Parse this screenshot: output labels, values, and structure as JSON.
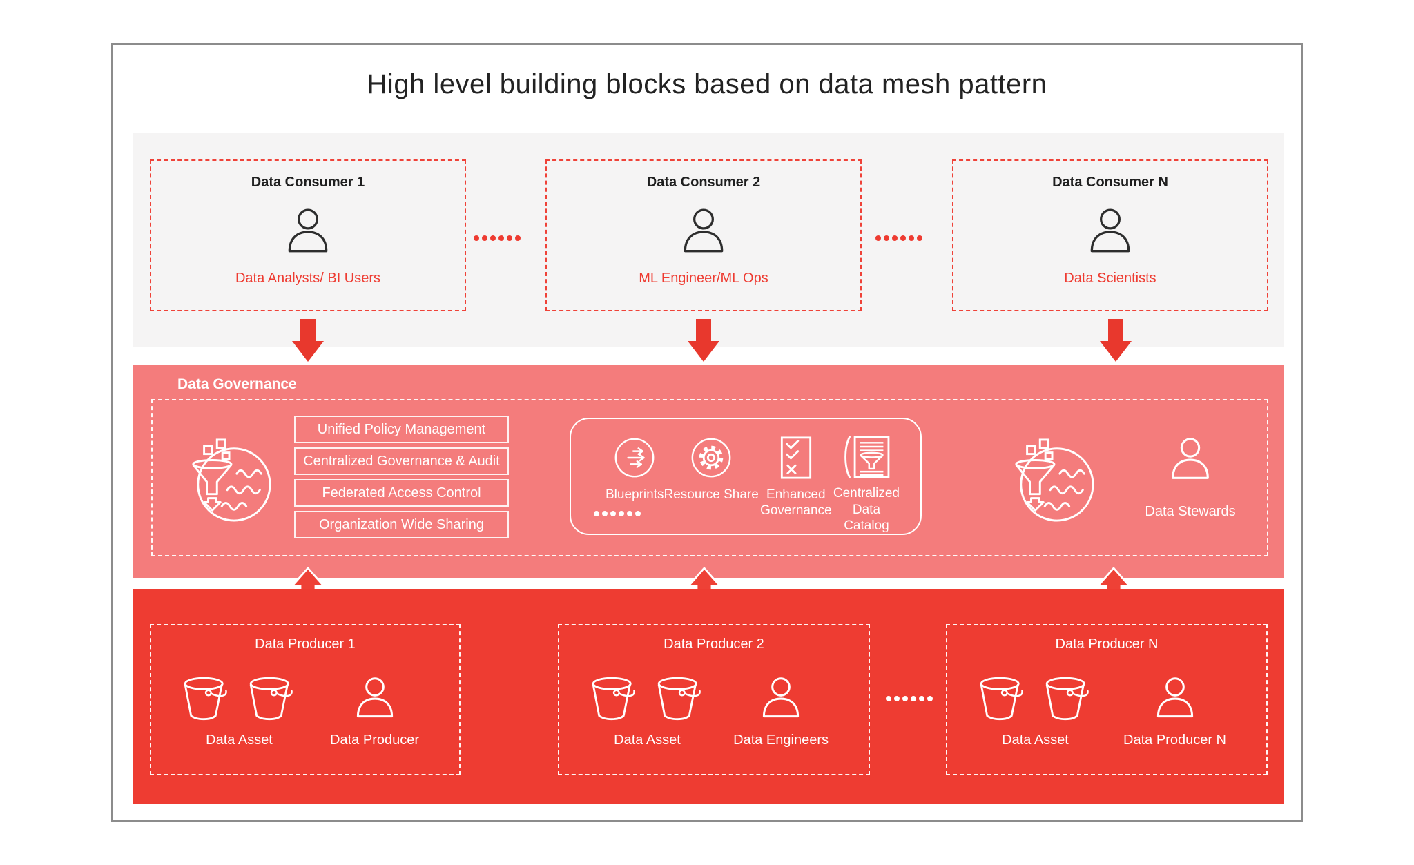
{
  "title": "High level building blocks based on data mesh pattern",
  "colors": {
    "accent_red": "#EE3B31",
    "band_pink": "#F47C7C",
    "band_red": "#EE3C32",
    "band_gray": "#F5F4F4",
    "arrow_red": "#E8382D",
    "title_text": "#222222",
    "white": "#FFFFFF"
  },
  "consumers": {
    "boxes": [
      {
        "title": "Data Consumer 1",
        "role": "Data Analysts/ BI Users",
        "icon": "person-icon"
      },
      {
        "title": "Data Consumer 2",
        "role": "ML Engineer/ML Ops",
        "icon": "person-icon"
      },
      {
        "title": "Data Consumer N",
        "role": "Data Scientists",
        "icon": "person-icon"
      }
    ]
  },
  "governance": {
    "label": "Data Governance",
    "lake_icon": "data-lake-funnel-icon",
    "policies": [
      "Unified Policy Management",
      "Centralized Governance & Audit",
      "Federated Access Control",
      "Organization Wide Sharing"
    ],
    "services": [
      {
        "label": "Blueprints",
        "icon": "flow-arrows-icon"
      },
      {
        "label": "Resource Share",
        "icon": "gear-icon"
      },
      {
        "label": "Enhanced Governance",
        "icon": "checklist-icon"
      },
      {
        "label": "Centralized Data Catalog",
        "icon": "data-catalog-icon"
      }
    ],
    "steward_label": "Data Stewards"
  },
  "producers": {
    "boxes": [
      {
        "title": "Data Producer 1",
        "asset_label": "Data Asset",
        "person_label": "Data Producer"
      },
      {
        "title": "Data Producer 2",
        "asset_label": "Data Asset",
        "person_label": "Data Engineers"
      },
      {
        "title": "Data Producer N",
        "asset_label": "Data Asset",
        "person_label": "Data Producer N"
      }
    ]
  }
}
